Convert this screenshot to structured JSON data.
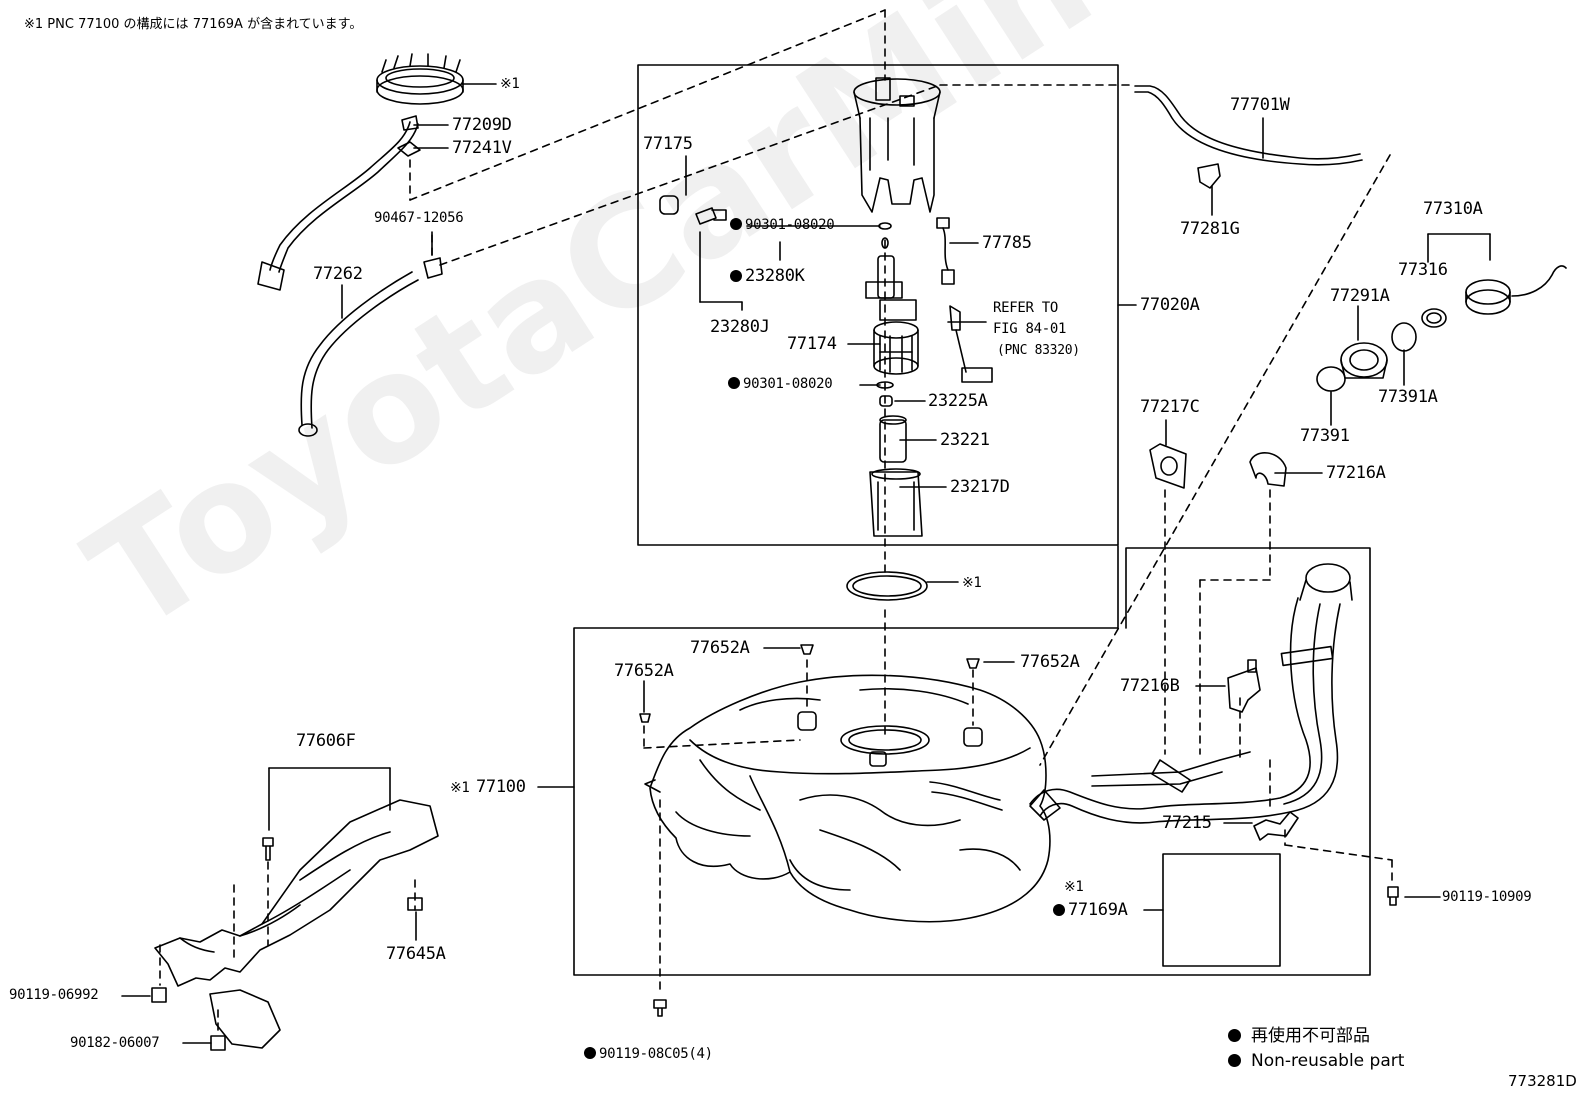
{
  "note": "※1 PNC 77100 の構成には 77169A が含まれています。",
  "watermark": "ToyotaCarMine.ru",
  "figure_id": "773281D",
  "legend": {
    "jp": "再使用不可部品",
    "en": "Non-reusable part"
  },
  "refer": {
    "line1": "REFER TO",
    "line2": "FIG 84-01",
    "line3": "(PNC 83320)"
  },
  "parts": {
    "p77209D": "77209D",
    "p77241V": "77241V",
    "p90467_12056": "90467-12056",
    "p77262": "77262",
    "p77175": "77175",
    "p90301_08020_a": "90301-08020",
    "p23280K": "23280K",
    "p23280J": "23280J",
    "p77174": "77174",
    "p90301_08020_b": "90301-08020",
    "p23225A": "23225A",
    "p23221": "23221",
    "p23217D": "23217D",
    "p77785": "77785",
    "p77020A": "77020A",
    "p77701W": "77701W",
    "p77281G": "77281G",
    "p77310A": "77310A",
    "p77316": "77316",
    "p77291A": "77291A",
    "p77391A": "77391A",
    "p77391": "77391",
    "p77217C": "77217C",
    "p77216A": "77216A",
    "p77652A_1": "77652A",
    "p77652A_2": "77652A",
    "p77652A_3": "77652A",
    "p77216B": "77216B",
    "p77100": "77100",
    "p77215": "77215",
    "p77169A": "77169A",
    "p90119_10909": "90119-10909",
    "p77606F": "77606F",
    "p77645A": "77645A",
    "p90119_06992": "90119-06992",
    "p90182_06007": "90182-06007",
    "p90119_08C05": "90119-08C05(4)"
  },
  "ref_marks": {
    "top_ring": "※1",
    "gasket": "※1",
    "tank": "※1",
    "inset": "※1"
  }
}
